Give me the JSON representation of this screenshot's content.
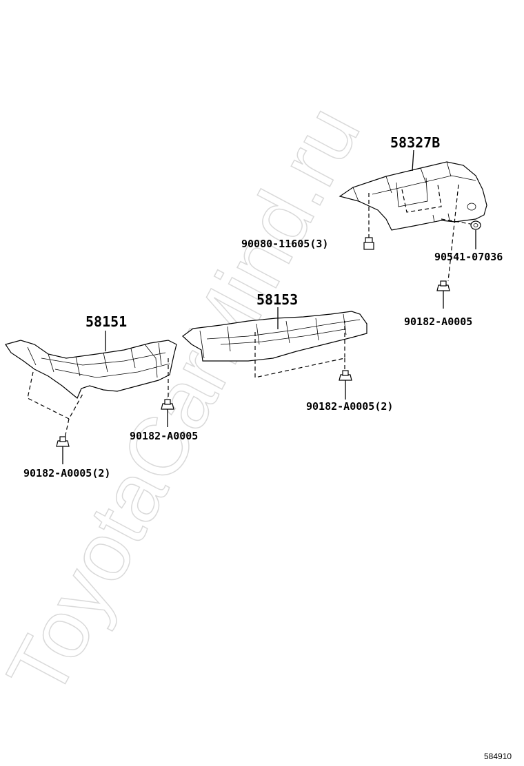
{
  "watermark": "ToyotaCarMind.ru",
  "figure_code": "584910",
  "labels": {
    "p58327B": "58327B",
    "p90080": "90080-11605(3)",
    "p90541": "90541-07036",
    "p90182_top": "90182-A0005",
    "p58153": "58153",
    "p58151": "58151",
    "p90182_mid2": "90182-A0005(2)",
    "p90182_mid": "90182-A0005",
    "p90182_left2": "90182-A0005(2)"
  }
}
